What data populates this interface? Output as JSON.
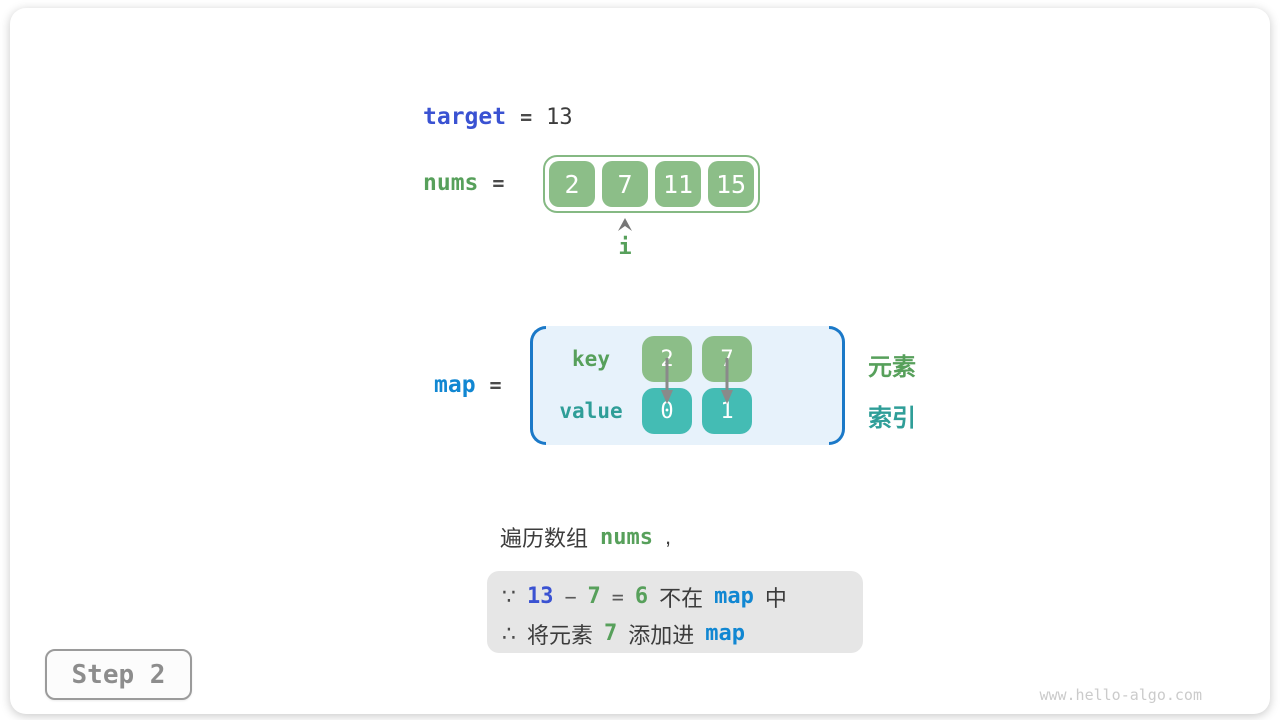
{
  "target_line": {
    "var": "target",
    "eq": "=",
    "value": "13"
  },
  "nums_line": {
    "var": "nums",
    "eq": "=",
    "cells": [
      "2",
      "7",
      "11",
      "15"
    ],
    "pointer": "i"
  },
  "map_line": {
    "var": "map",
    "eq": "=",
    "key_label": "key",
    "value_label": "value",
    "entries": [
      {
        "key": "2",
        "value": "0"
      },
      {
        "key": "7",
        "value": "1"
      }
    ],
    "side_label_top": "元素",
    "side_label_bottom": "索引"
  },
  "caption": {
    "text": "遍历数组",
    "code": "nums",
    "comma": ","
  },
  "reason_box": {
    "line1": {
      "because": "∵",
      "n1": "13",
      "minus": "−",
      "n2": "7",
      "eq": "=",
      "n3": "6",
      "text1": "不在",
      "code": "map",
      "text2": "中"
    },
    "line2": {
      "therefore": "∴",
      "text1": "将元素",
      "n1": "7",
      "text2": "添加进",
      "code": "map"
    }
  },
  "step_badge": "Step 2",
  "watermark": "www.hello-algo.com",
  "colors": {
    "royal_blue": "#3A52D2",
    "azure_blue": "#1187D2",
    "green_text": "#57A05B",
    "teal_text": "#2F9E98",
    "cell_green": "#8CBE88",
    "cell_teal": "#44BCB4",
    "map_bg": "#E7F2FB",
    "bracket_blue": "#1B79C8",
    "reason_bg": "#E6E6E6",
    "dark_text": "#3C3C3C"
  }
}
